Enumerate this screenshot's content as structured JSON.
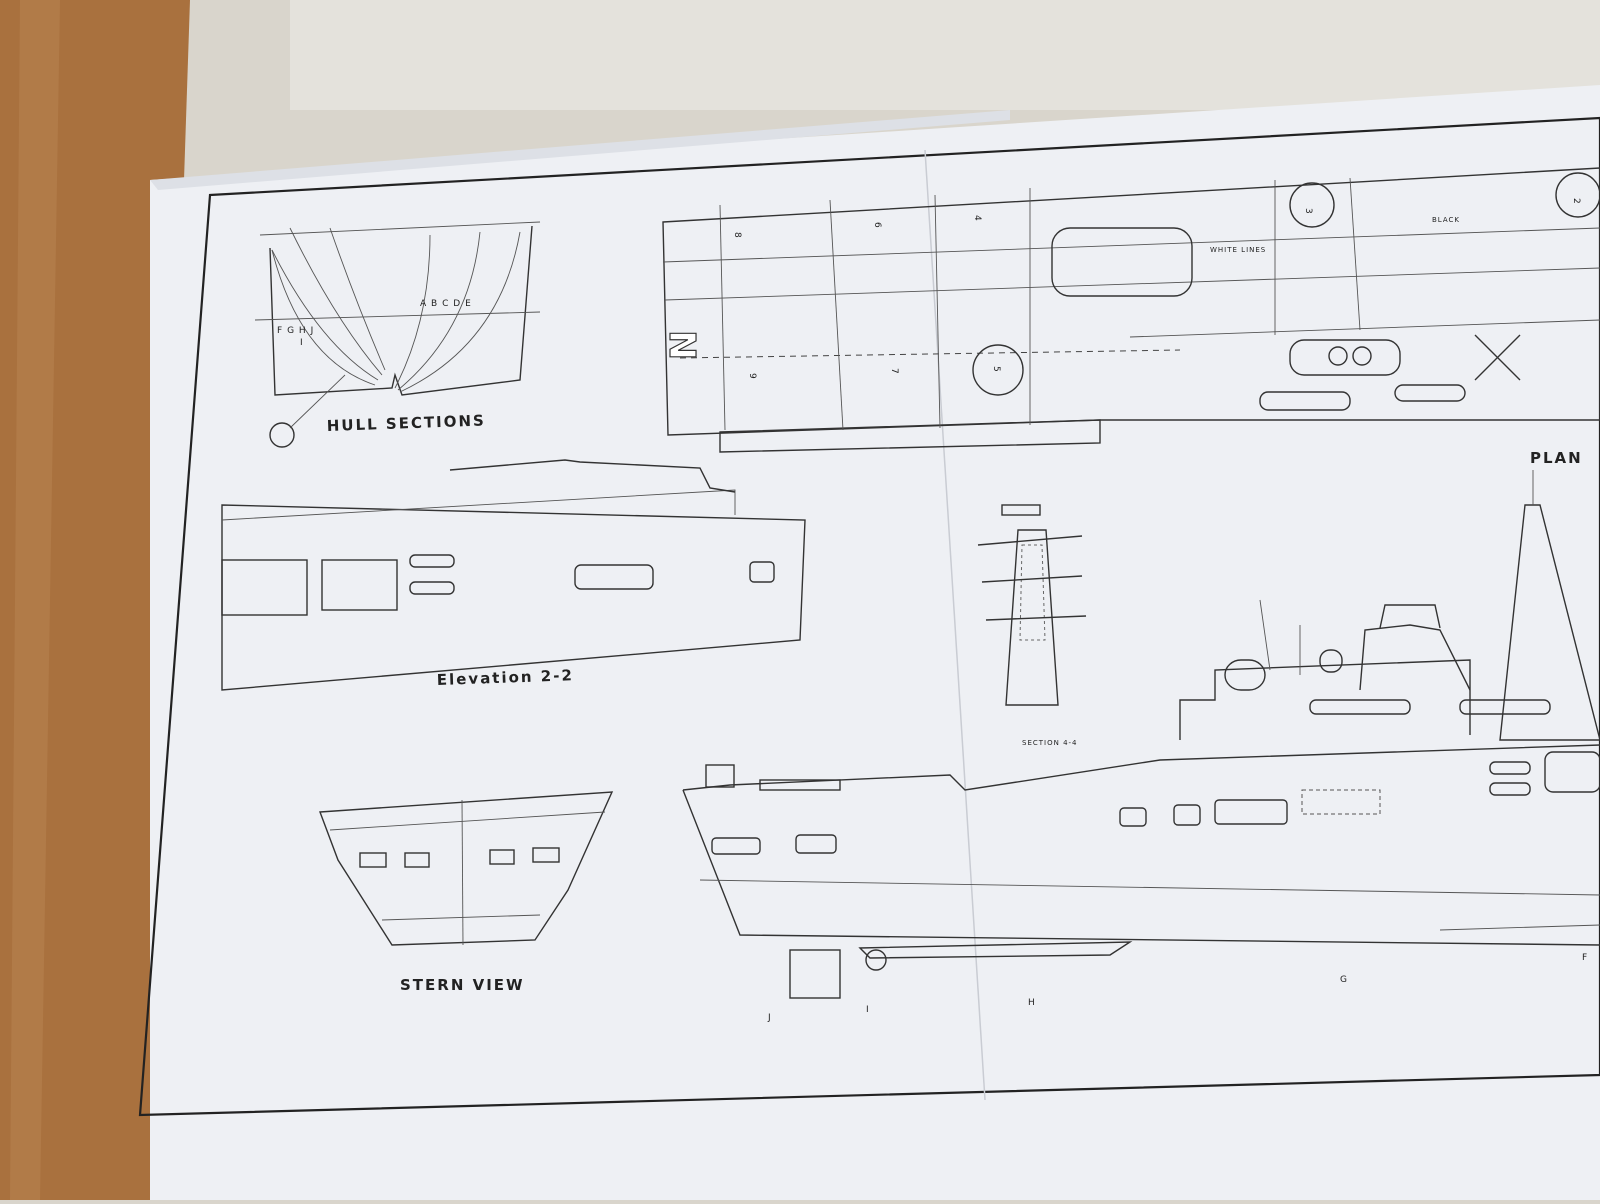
{
  "drawing": {
    "hull_sections": {
      "title": "HULL SECTIONS",
      "left_letters": [
        "F",
        "G",
        "H",
        "I",
        "J"
      ],
      "right_letters": [
        "A",
        "B",
        "C",
        "D",
        "E"
      ]
    },
    "plan": {
      "title": "PLAN",
      "deck_numbers": [
        "8",
        "6",
        "4",
        "3",
        "2",
        "9",
        "7",
        "5"
      ],
      "deck_letter": "N",
      "notes": [
        "WHITE LINES",
        "BLACK"
      ]
    },
    "elevation": {
      "title": "Elevation 2-2"
    },
    "section": {
      "title": "SECTION 4-4"
    },
    "stern": {
      "title": "STERN VIEW"
    },
    "station_marks": [
      "J",
      "I",
      "H",
      "G",
      "F"
    ]
  },
  "colors": {
    "paper": "#eef0f4",
    "ink": "#2a2a2a",
    "wood": "#a9713e",
    "cloth": "#d9d5cc"
  }
}
